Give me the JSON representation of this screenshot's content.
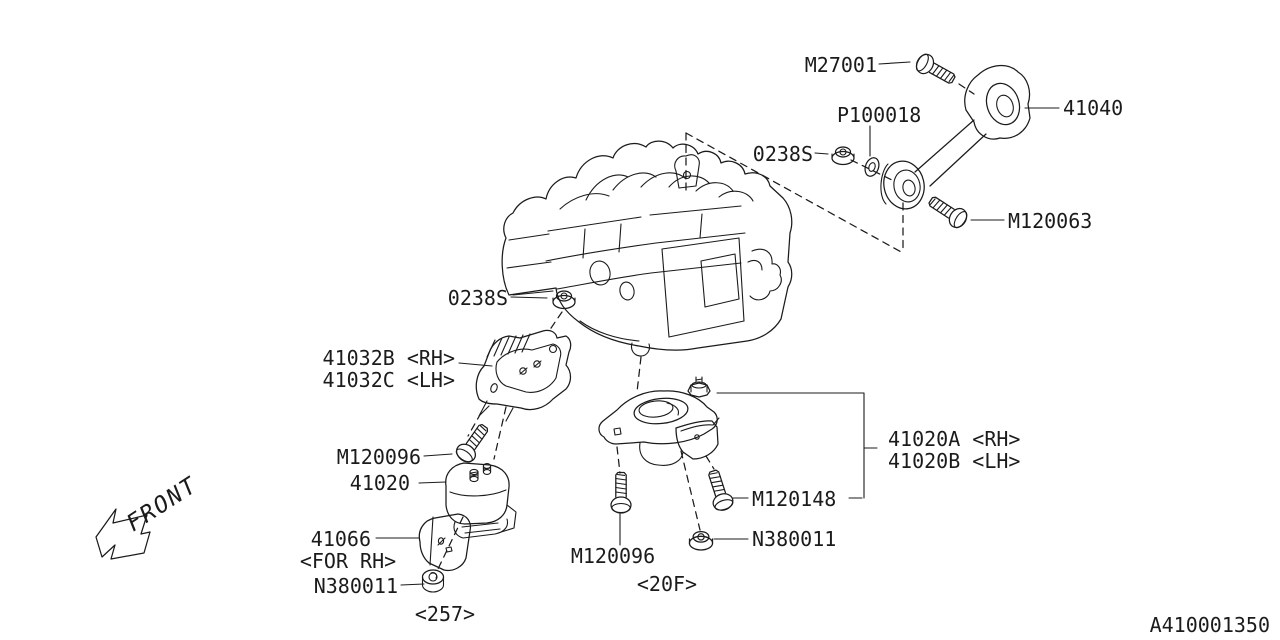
{
  "diagram": {
    "title_code": "A410001350",
    "front_label": "FRONT",
    "labels": {
      "m27001": "M27001",
      "p100018": "P100018",
      "o238s_top": "0238S",
      "p41040": "41040",
      "m120063": "M120063",
      "o238s_mid": "0238S",
      "p41032b": "41032B <RH>",
      "p41032c": "41032C <LH>",
      "m120096_left": "M120096",
      "p41020": "41020",
      "p41066": "41066",
      "p41066_note": "<FOR RH>",
      "n380011_left": "N380011",
      "note_257": "<257>",
      "m120096_bottom": "M120096",
      "note_20f": "<20F>",
      "n380011_bottom": "N380011",
      "m120148": "M120148",
      "p41020a": "41020A <RH>",
      "p41020b": "41020B <LH>"
    },
    "colors": {
      "line": "#1b1b1b",
      "background": "#ffffff"
    }
  }
}
